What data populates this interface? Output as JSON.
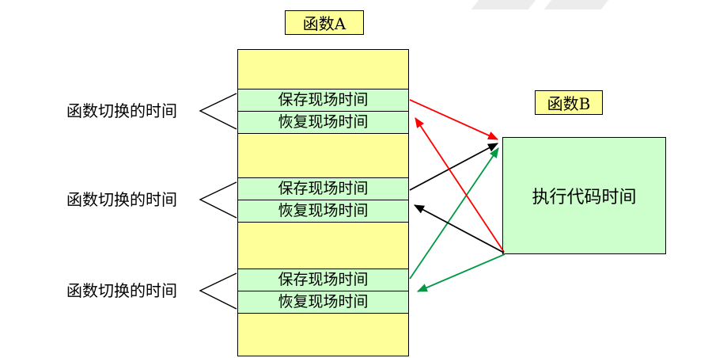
{
  "diagram": {
    "function_a": {
      "title": "函数A",
      "switch_groups": [
        {
          "label": "函数切换的时间",
          "save": "保存现场时间",
          "restore": "恢复现场时间"
        },
        {
          "label": "函数切换的时间",
          "save": "保存现场时间",
          "restore": "恢复现场时间"
        },
        {
          "label": "函数切换的时间",
          "save": "保存现场时间",
          "restore": "恢复现场时间"
        }
      ]
    },
    "function_b": {
      "title": "函数B",
      "body": "执行代码时间"
    },
    "colors": {
      "box_yellow": "#FFFF99",
      "box_green": "#CCFFCC",
      "border_black": "#000000",
      "arrow_red": "#FF0000",
      "arrow_black": "#000000",
      "arrow_green": "#009944",
      "watermark_gray": "#DCDCDC"
    }
  }
}
